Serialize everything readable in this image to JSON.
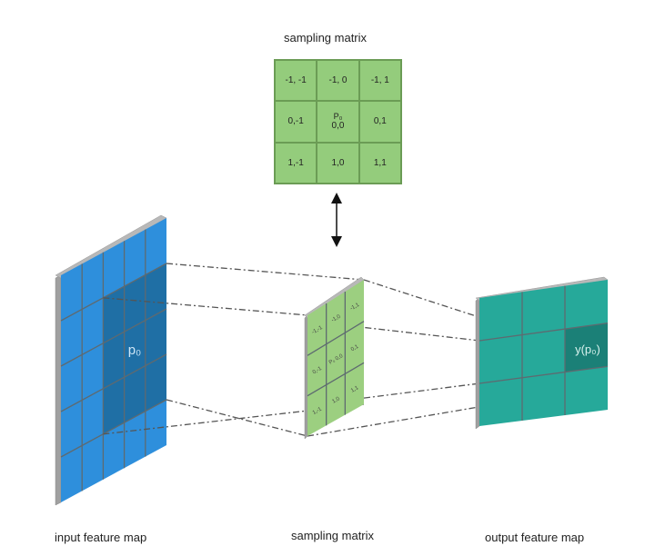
{
  "top_title": "sampling matrix",
  "sampling_matrix": {
    "cells": [
      {
        "label": "-1, -1"
      },
      {
        "label": "-1, 0"
      },
      {
        "label": "-1, 1"
      },
      {
        "label": "0,-1"
      },
      {
        "label": "0,0",
        "center_tag": "P₀"
      },
      {
        "label": "0,1"
      },
      {
        "label": "1,-1"
      },
      {
        "label": "1,0"
      },
      {
        "label": "1,1"
      }
    ]
  },
  "input_map": {
    "label": "input feature map",
    "highlight_label": "p₀",
    "rows": 5,
    "cols": 5
  },
  "middle_map": {
    "label": "sampling matrix",
    "cells": [
      "-1,-1",
      "-1,0",
      "-1,1",
      "0,-1",
      "P₀ 0,0",
      "0,1",
      "1,-1",
      "1,0",
      "1,1"
    ]
  },
  "output_map": {
    "label": "output feature map",
    "highlight_label": "y(p₀)",
    "rows": 3,
    "cols": 3
  },
  "colors": {
    "input_blue": "#2e8fdc",
    "input_highlight": "#1f6fa5",
    "sample_green": "#9ccf80",
    "output_teal": "#26a99a",
    "output_highlight": "#1b8077",
    "edge_gray": "#a0a0a0"
  }
}
